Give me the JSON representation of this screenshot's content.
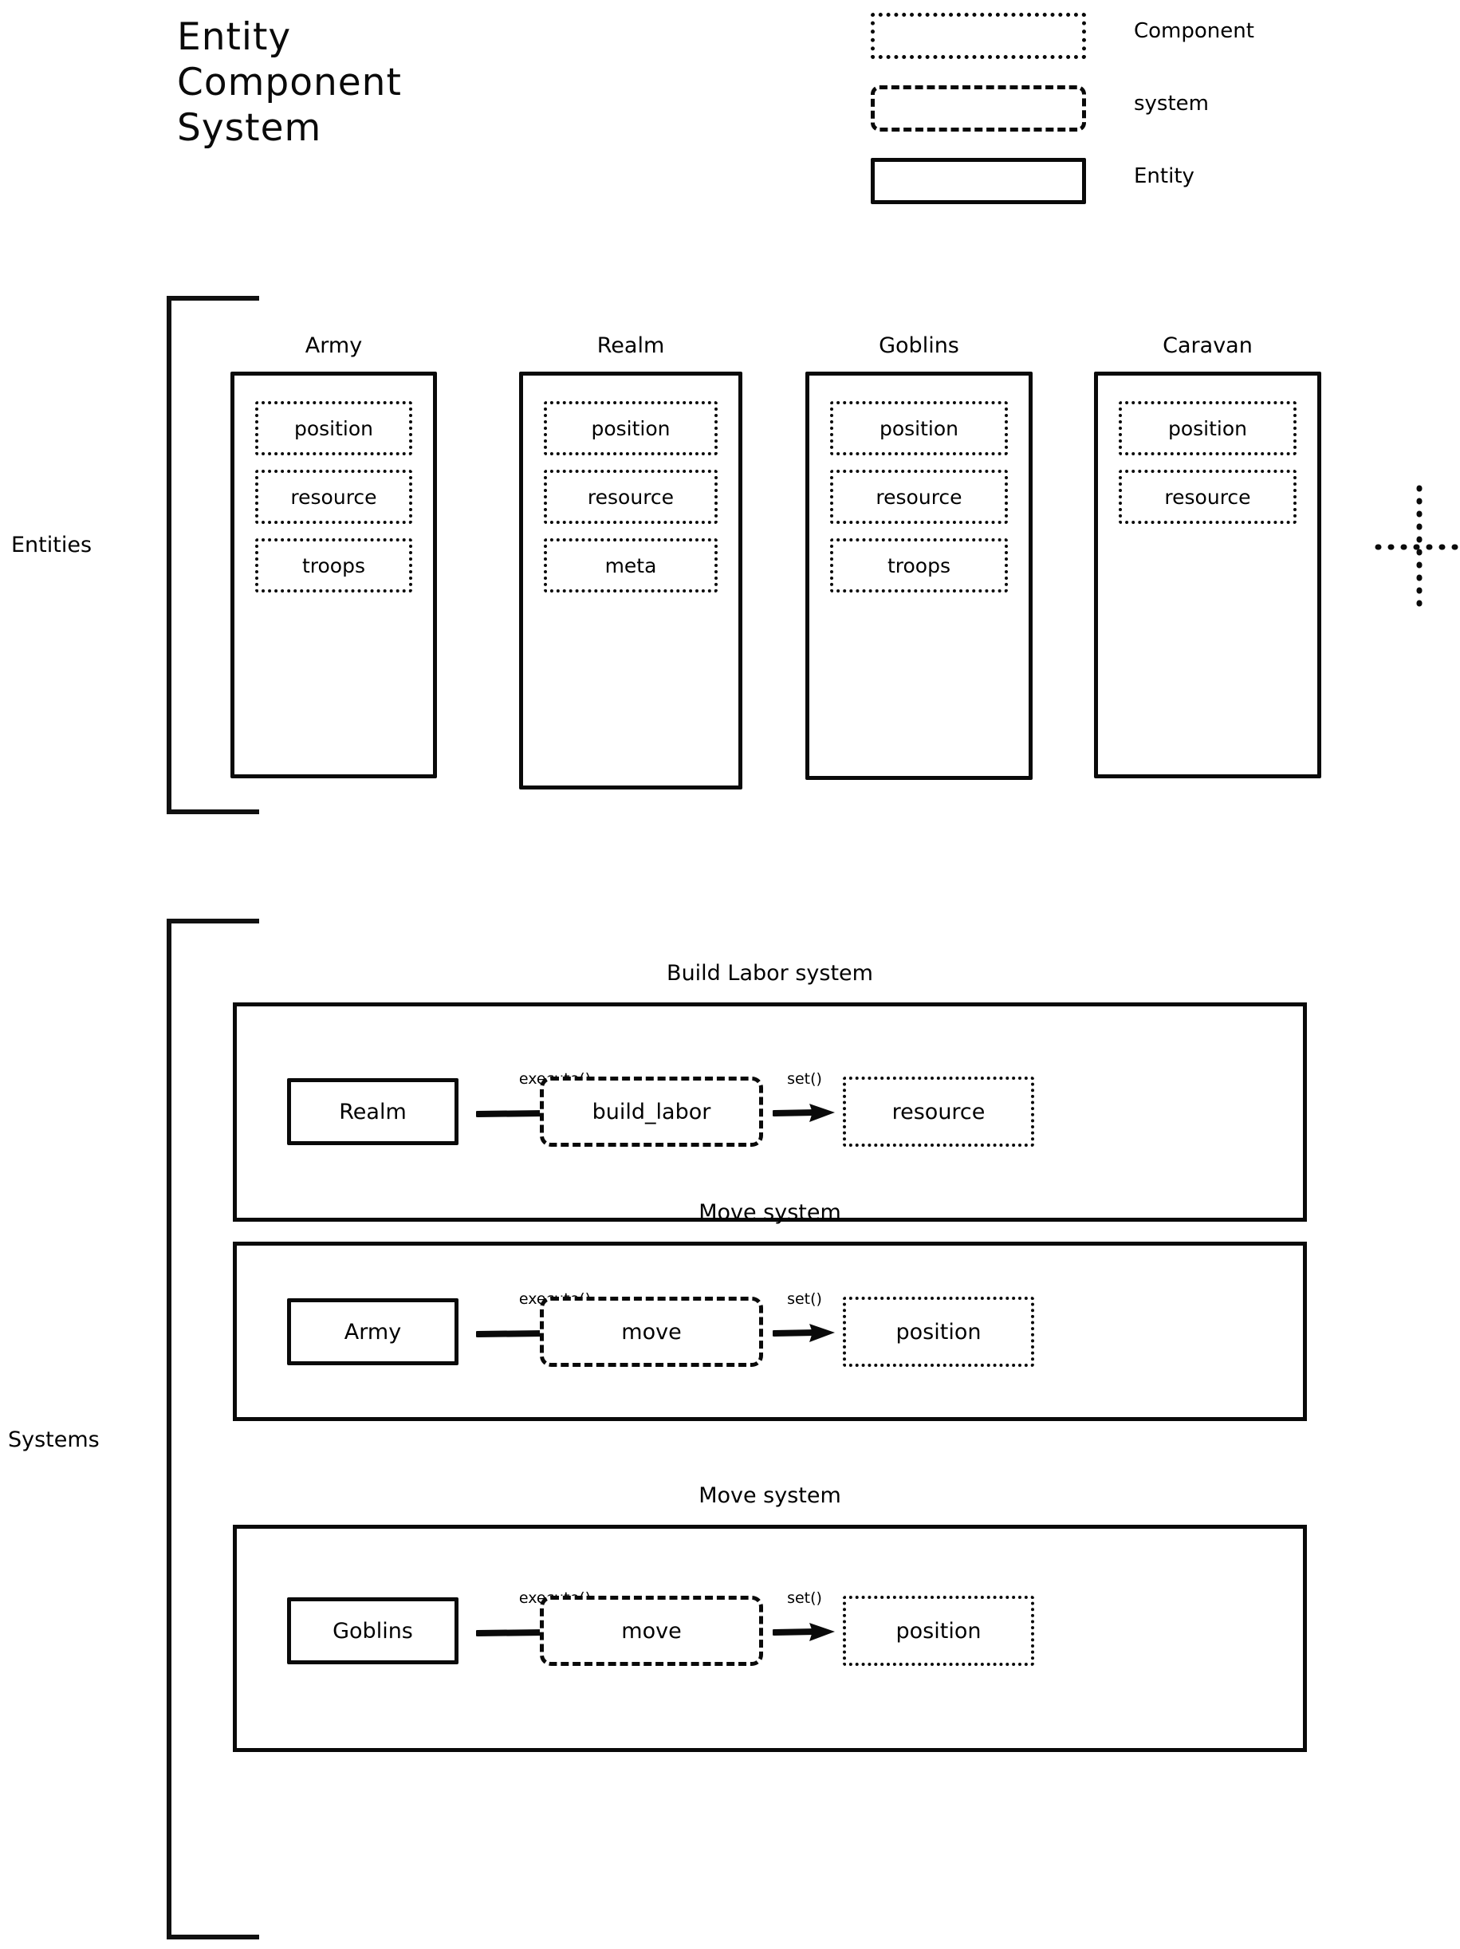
{
  "title": {
    "line1": "Entity",
    "line2": "Component",
    "line3": "System"
  },
  "legend": {
    "items": [
      {
        "label": "Component",
        "style": "dotted",
        "icon": "dotted-rect-icon"
      },
      {
        "label": "system",
        "style": "dashed",
        "icon": "dashed-rect-icon"
      },
      {
        "label": "Entity",
        "style": "solid",
        "icon": "solid-rect-icon"
      }
    ]
  },
  "sections": {
    "entities_label": "Entities",
    "systems_label": "Systems"
  },
  "entities": [
    {
      "name": "Army",
      "components": [
        "position",
        "resource",
        "troops"
      ]
    },
    {
      "name": "Realm",
      "components": [
        "position",
        "resource",
        "meta"
      ]
    },
    {
      "name": "Goblins",
      "components": [
        "position",
        "resource",
        "troops"
      ]
    },
    {
      "name": "Caravan",
      "components": [
        "position",
        "resource"
      ]
    }
  ],
  "entities_more_marker": "dotted-plus-icon",
  "systems": [
    {
      "title": "Build Labor system",
      "entity": "Realm",
      "first_arrow_label": "execute()",
      "system": "build_labor",
      "second_arrow_label": "set()",
      "component": "resource"
    },
    {
      "title": "Move system",
      "entity": "Army",
      "first_arrow_label": "execute()",
      "system": "move",
      "second_arrow_label": "set()",
      "component": "position"
    },
    {
      "title": "Move system",
      "entity": "Goblins",
      "first_arrow_label": "execute()",
      "system": "move",
      "second_arrow_label": "set()",
      "component": "position"
    }
  ],
  "colors": {
    "ink": "#0a0a0a",
    "background": "#ffffff"
  }
}
